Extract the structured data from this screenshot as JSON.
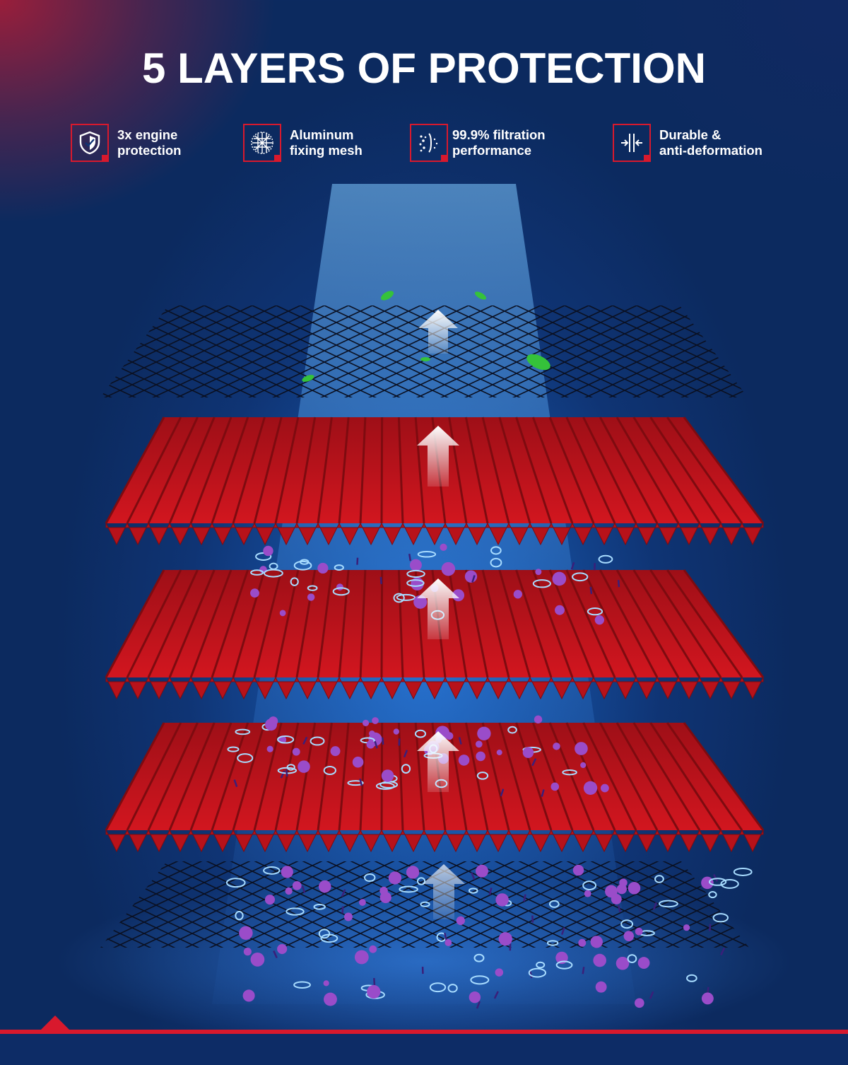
{
  "title": "5 LAYERS OF PROTECTION",
  "features": [
    {
      "icon": "shield-icon",
      "line1": "3x engine",
      "line2": "protection"
    },
    {
      "icon": "mesh-icon",
      "line1": "Aluminum",
      "line2": "fixing mesh"
    },
    {
      "icon": "filtration-icon",
      "line1": "99.9% filtration",
      "line2": "performance"
    },
    {
      "icon": "compress-icon",
      "line1": "Durable &",
      "line2": "anti-deformation"
    }
  ],
  "colors": {
    "accent_red": "#d8192d",
    "pleat_red": "#c4141c",
    "background_blue": "#154b99",
    "particle_purple": "#9a4cc9",
    "particle_cyan": "#a8dcff",
    "leaf_green": "#35c23a"
  },
  "layers": [
    {
      "type": "mesh",
      "name": "top-aluminum-mesh"
    },
    {
      "type": "pleated",
      "name": "filter-layer-1"
    },
    {
      "type": "pleated",
      "name": "filter-layer-2"
    },
    {
      "type": "pleated",
      "name": "filter-layer-3"
    },
    {
      "type": "mesh",
      "name": "bottom-aluminum-mesh"
    }
  ]
}
